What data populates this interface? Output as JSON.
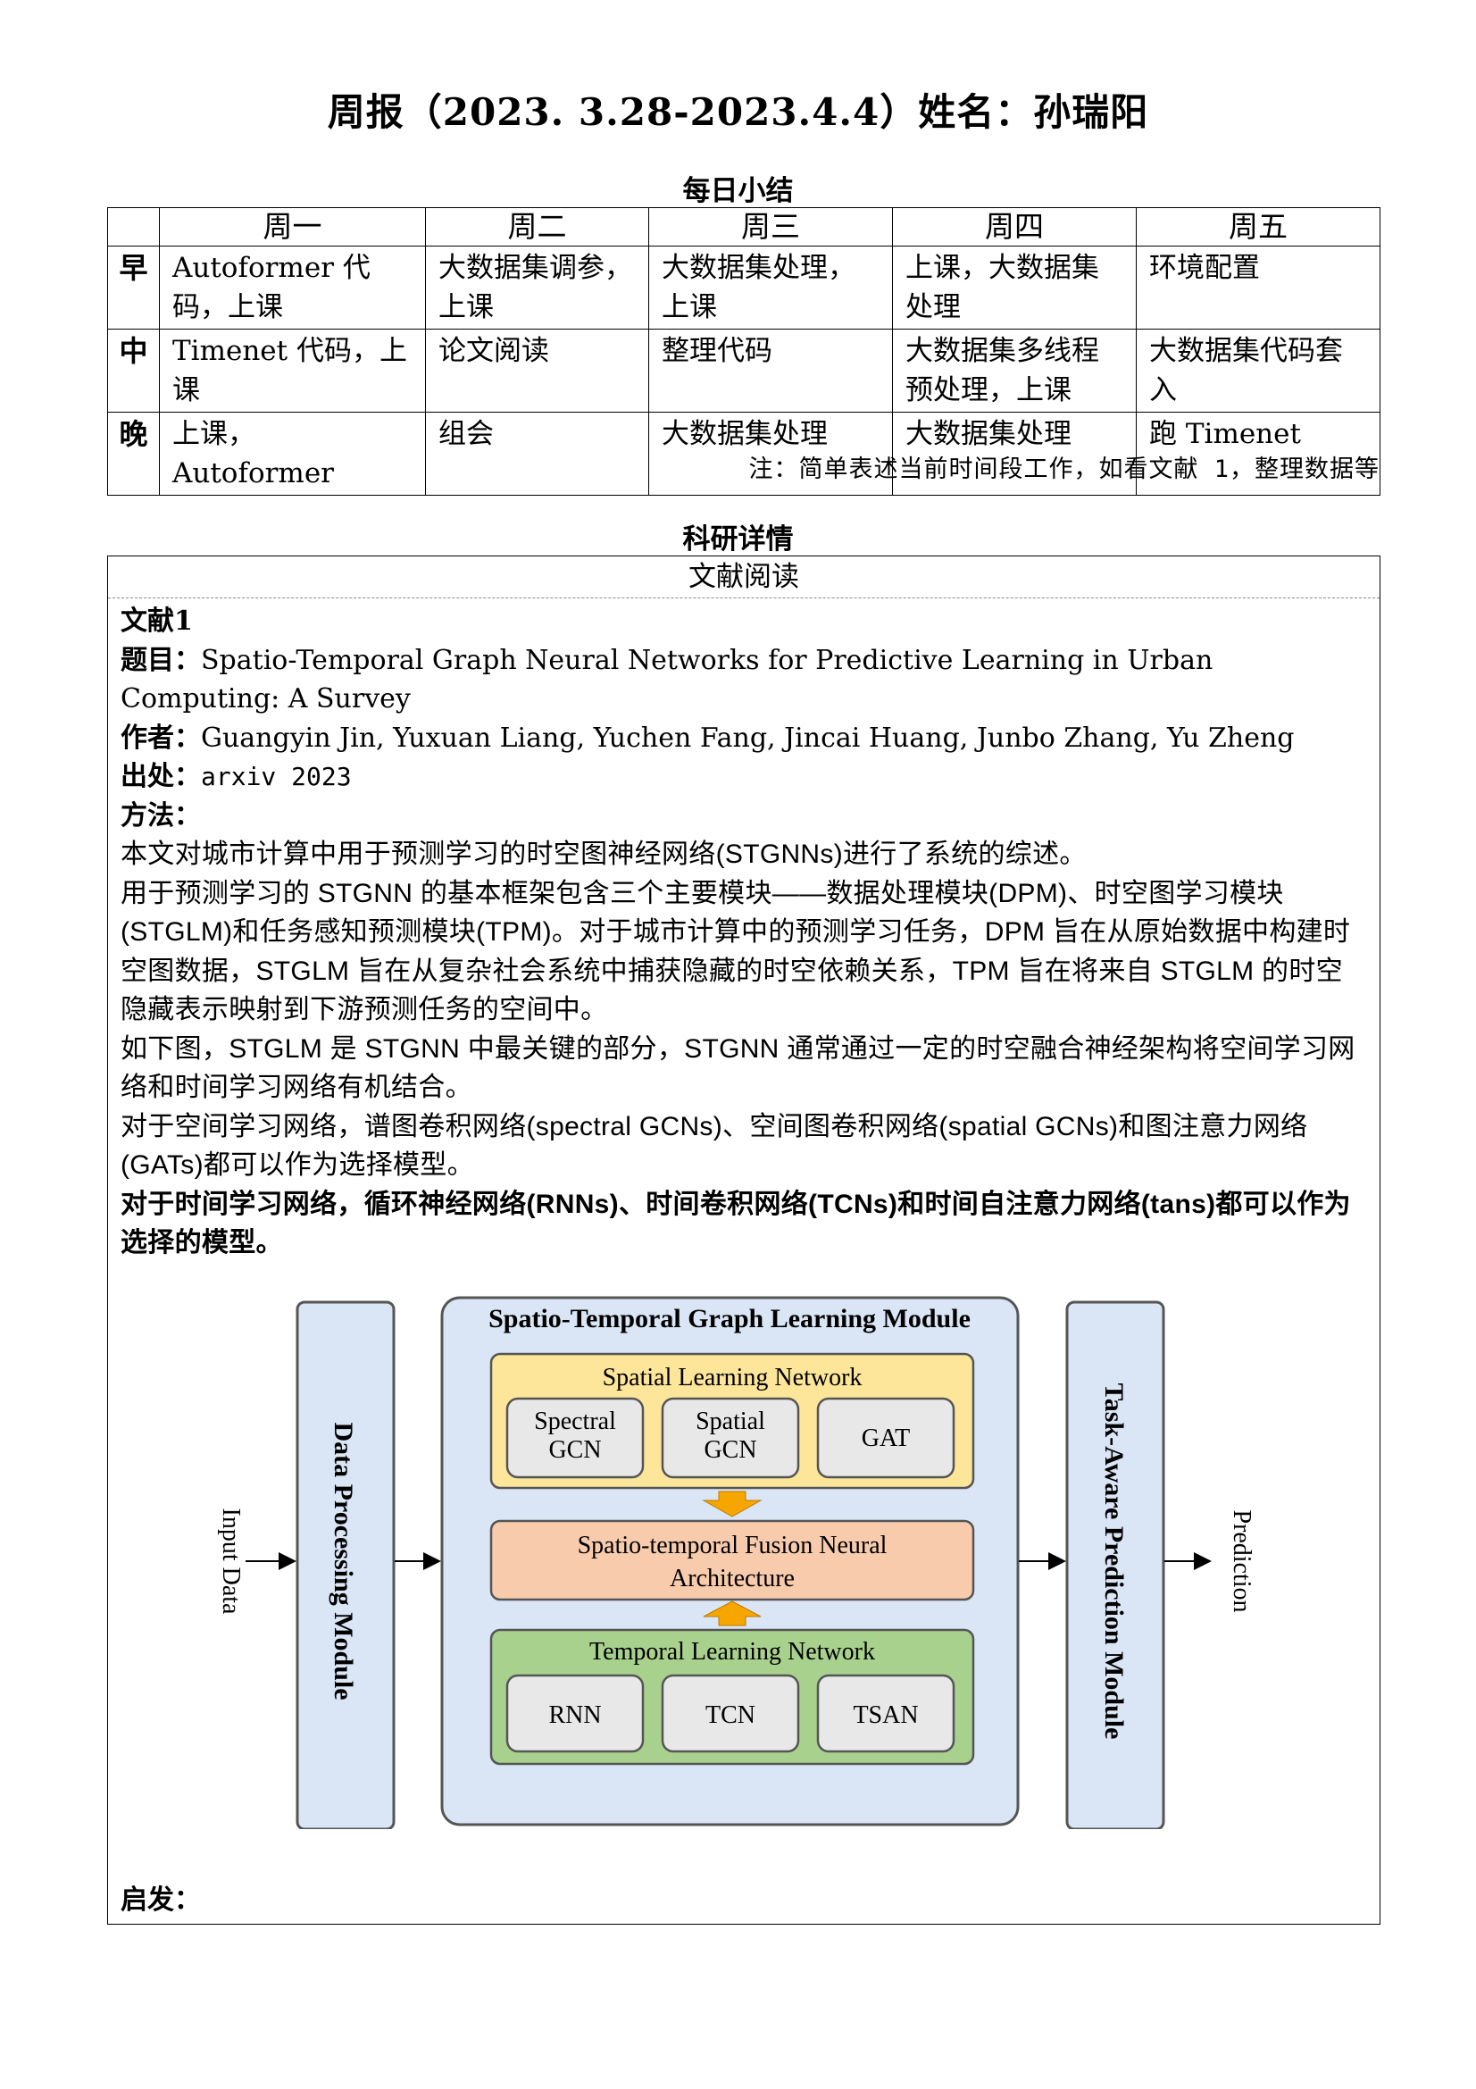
{
  "title": "周报（2023. 3.28-2023.4.4）姓名：孙瑞阳",
  "daily": {
    "heading": "每日小结",
    "days": [
      "周一",
      "周二",
      "周三",
      "周四",
      "周五"
    ],
    "rows": [
      {
        "label": "早",
        "cells": [
          "Autoformer 代码，上课",
          "大数据集调参，上课",
          "大数据集处理，上课",
          "上课，大数据集处理",
          "环境配置"
        ]
      },
      {
        "label": "中",
        "cells": [
          "Timenet 代码，上课",
          "论文阅读",
          "整理代码",
          "大数据集多线程预处理，上课",
          "大数据集代码套入"
        ]
      },
      {
        "label": "晚",
        "cells": [
          "上课，Autoformer",
          "组会",
          "大数据集处理",
          "大数据集处理",
          "跑 Timenet"
        ]
      }
    ],
    "note": "注：简单表述当前时间段工作，如看文献 1，整理数据等"
  },
  "research": {
    "heading": "科研详情",
    "box_header": "文献阅读",
    "paper_no": "文献1",
    "title_label": "题目：",
    "title_value": "Spatio-Temporal Graph Neural Networks for Predictive Learning in Urban Computing: A Survey",
    "authors_label": "作者：",
    "authors_value": "Guangyin Jin, Yuxuan Liang, Yuchen Fang, Jincai Huang, Junbo Zhang, Yu Zheng",
    "source_label": "出处：",
    "source_value": "arxiv 2023",
    "method_label": "方法：",
    "paragraphs": [
      "本文对城市计算中用于预测学习的时空图神经网络(STGNNs)进行了系统的综述。",
      "用于预测学习的 STGNN 的基本框架包含三个主要模块——数据处理模块(DPM)、时空图学习模块(STGLM)和任务感知预测模块(TPM)。对于城市计算中的预测学习任务，DPM 旨在从原始数据中构建时空图数据，STGLM 旨在从复杂社会系统中捕获隐藏的时空依赖关系，TPM 旨在将来自 STGLM 的时空隐藏表示映射到下游预测任务的空间中。",
      "如下图，STGLM 是 STGNN 中最关键的部分，STGNN 通常通过一定的时空融合神经架构将空间学习网络和时间学习网络有机结合。",
      "对于空间学习网络，谱图卷积网络(spectral GCNs)、空间图卷积网络(spatial GCNs)和图注意力网络(GATs)都可以作为选择模型。"
    ],
    "bold_paragraph": "对于时间学习网络，循环神经网络(RNNs)、时间卷积网络(TCNs)和时间自注意力网络(tans)都可以作为选择的模型。",
    "inspire_label": "启发："
  },
  "diagram": {
    "input_label": "Input Data",
    "output_label": "Prediction",
    "dpm_label": "Data Processing Module",
    "tpm_label": "Task-Aware Prediction Module",
    "stglm_title": "Spatio-Temporal Graph Learning Module",
    "spatial_title": "Spatial Learning Network",
    "spatial_items": [
      "Spectral GCN",
      "Spatial GCN",
      "GAT"
    ],
    "fusion_line1": "Spatio-temporal Fusion Neural",
    "fusion_line2": "Architecture",
    "temporal_title": "Temporal Learning Network",
    "temporal_items": [
      "RNN",
      "TCN",
      "TSAN"
    ],
    "colors": {
      "module_fill": "#dae6f5",
      "spatial_fill": "#fde59a",
      "fusion_fill": "#f8cbad",
      "temporal_fill": "#a9d18e",
      "item_fill": "#e8e8e8",
      "arrow_orange": "#f7a600"
    }
  }
}
